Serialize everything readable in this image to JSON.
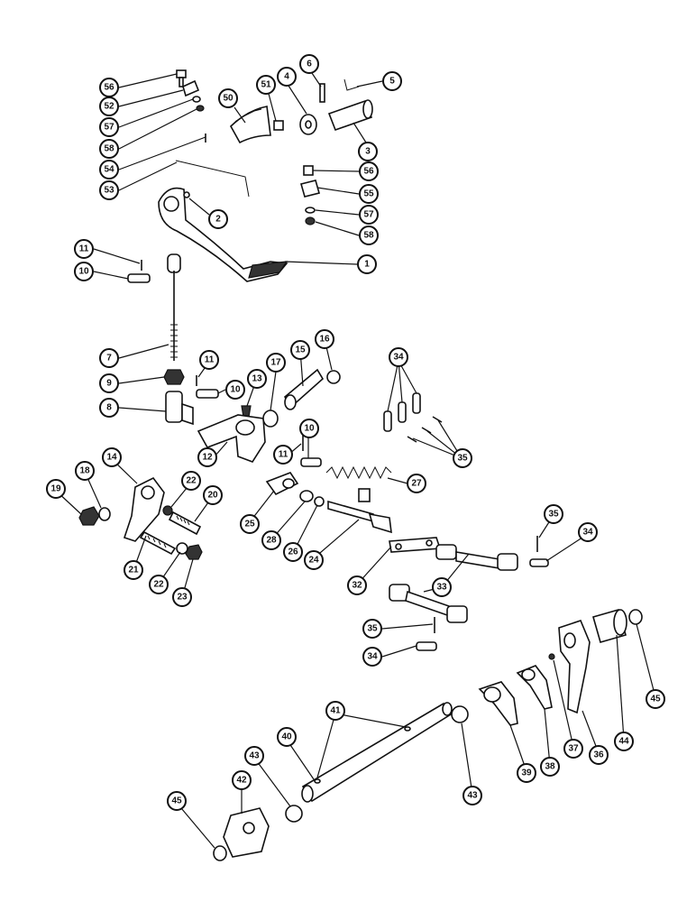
{
  "diagram": {
    "callouts": [
      "56",
      "52",
      "57",
      "58",
      "54",
      "53",
      "50",
      "51",
      "4",
      "6",
      "5",
      "3",
      "56",
      "55",
      "57",
      "58",
      "2",
      "1",
      "11",
      "10",
      "7",
      "9",
      "8",
      "11",
      "10",
      "13",
      "12",
      "17",
      "15",
      "16",
      "34",
      "35",
      "11",
      "10",
      "27",
      "25",
      "28",
      "26",
      "24",
      "14",
      "19",
      "18",
      "22",
      "20",
      "21",
      "22",
      "23",
      "32",
      "35",
      "34",
      "33",
      "35",
      "34",
      "41",
      "40",
      "43",
      "42",
      "45",
      "43",
      "39",
      "38",
      "37",
      "36",
      "44",
      "45"
    ]
  }
}
